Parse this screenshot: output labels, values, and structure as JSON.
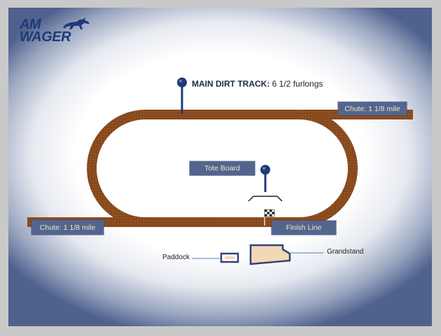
{
  "logo": {
    "line1": "AM",
    "line2": "WAGER",
    "icon": "racehorse-icon"
  },
  "main_track": {
    "name": "MAIN DIRT TRACK:",
    "distance": "6 1/2 furlongs"
  },
  "labels": {
    "chute_right": "Chute: 1 1/8 mile",
    "chute_left": "Chute: 1 1/8 mile",
    "tote_board": "Tote Board",
    "finish_line": "Finish Line",
    "paddock": "Paddock",
    "grandstand": "Grandstand"
  },
  "colors": {
    "track": "#8a4a1e",
    "label_box": "#53658f",
    "label_text": "#f1e7b8",
    "pin": "#1e3a78",
    "building_fill": "#f3d8b8",
    "building_stroke": "#2e4576"
  },
  "icons": {
    "pin": "map-pin-icon",
    "finish_flag": "checkered-flag-icon"
  }
}
